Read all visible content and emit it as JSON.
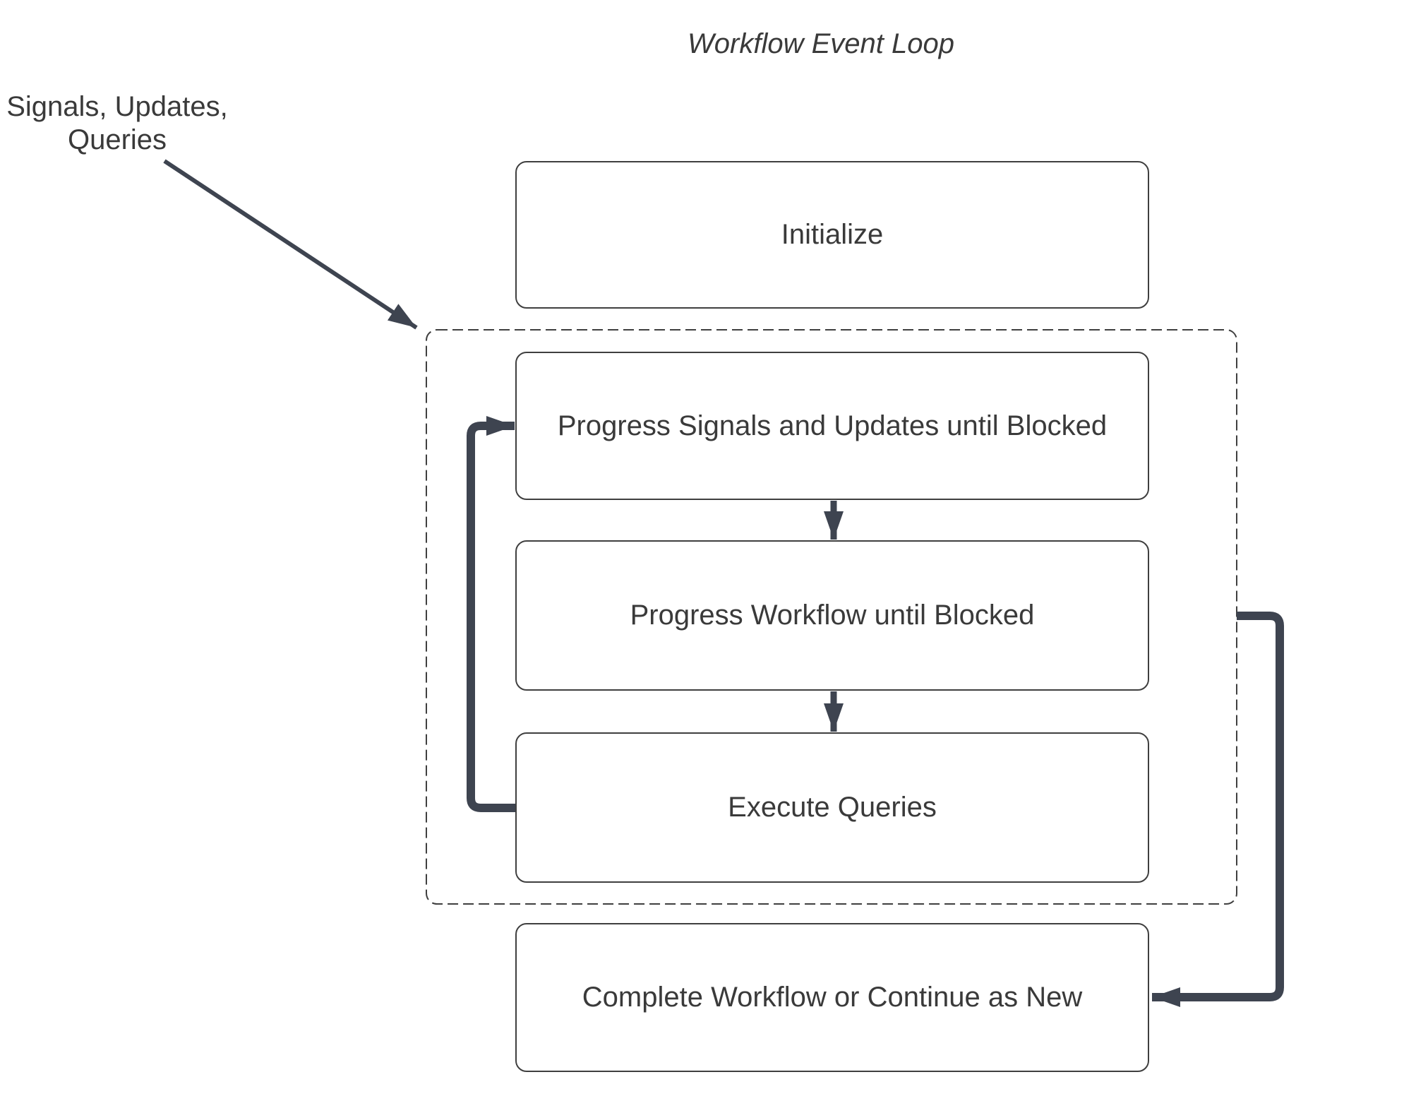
{
  "title": "Workflow Event Loop",
  "external_input": {
    "line1": "Signals, Updates,",
    "line2": "Queries"
  },
  "nodes": [
    {
      "id": "initialize",
      "label": "Initialize",
      "inside_event_loop": false
    },
    {
      "id": "progress-signals-updates",
      "label": "Progress Signals and Updates until Blocked",
      "inside_event_loop": true
    },
    {
      "id": "progress-workflow",
      "label": "Progress Workflow until Blocked",
      "inside_event_loop": true
    },
    {
      "id": "execute-queries",
      "label": "Execute Queries",
      "inside_event_loop": true
    },
    {
      "id": "complete-workflow",
      "label": "Complete Workflow or Continue as New",
      "inside_event_loop": false
    }
  ],
  "container": {
    "id": "event-loop-boundary",
    "style": "dashed"
  },
  "edges": [
    {
      "from": "signals-updates-queries-label",
      "to": "event-loop-boundary",
      "style": "thin-diagonal-arrow"
    },
    {
      "from": "progress-signals-updates",
      "to": "progress-workflow",
      "style": "thin-arrow"
    },
    {
      "from": "progress-workflow",
      "to": "execute-queries",
      "style": "thin-arrow"
    },
    {
      "from": "execute-queries",
      "to": "progress-signals-updates",
      "style": "thick-loop-left"
    },
    {
      "from": "event-loop-boundary",
      "to": "complete-workflow",
      "style": "thick-loop-right"
    }
  ],
  "colors": {
    "background": "#ffffff",
    "node_border": "#3f3f3f",
    "text": "#3a3a3a",
    "arrow": "#3e4450"
  }
}
